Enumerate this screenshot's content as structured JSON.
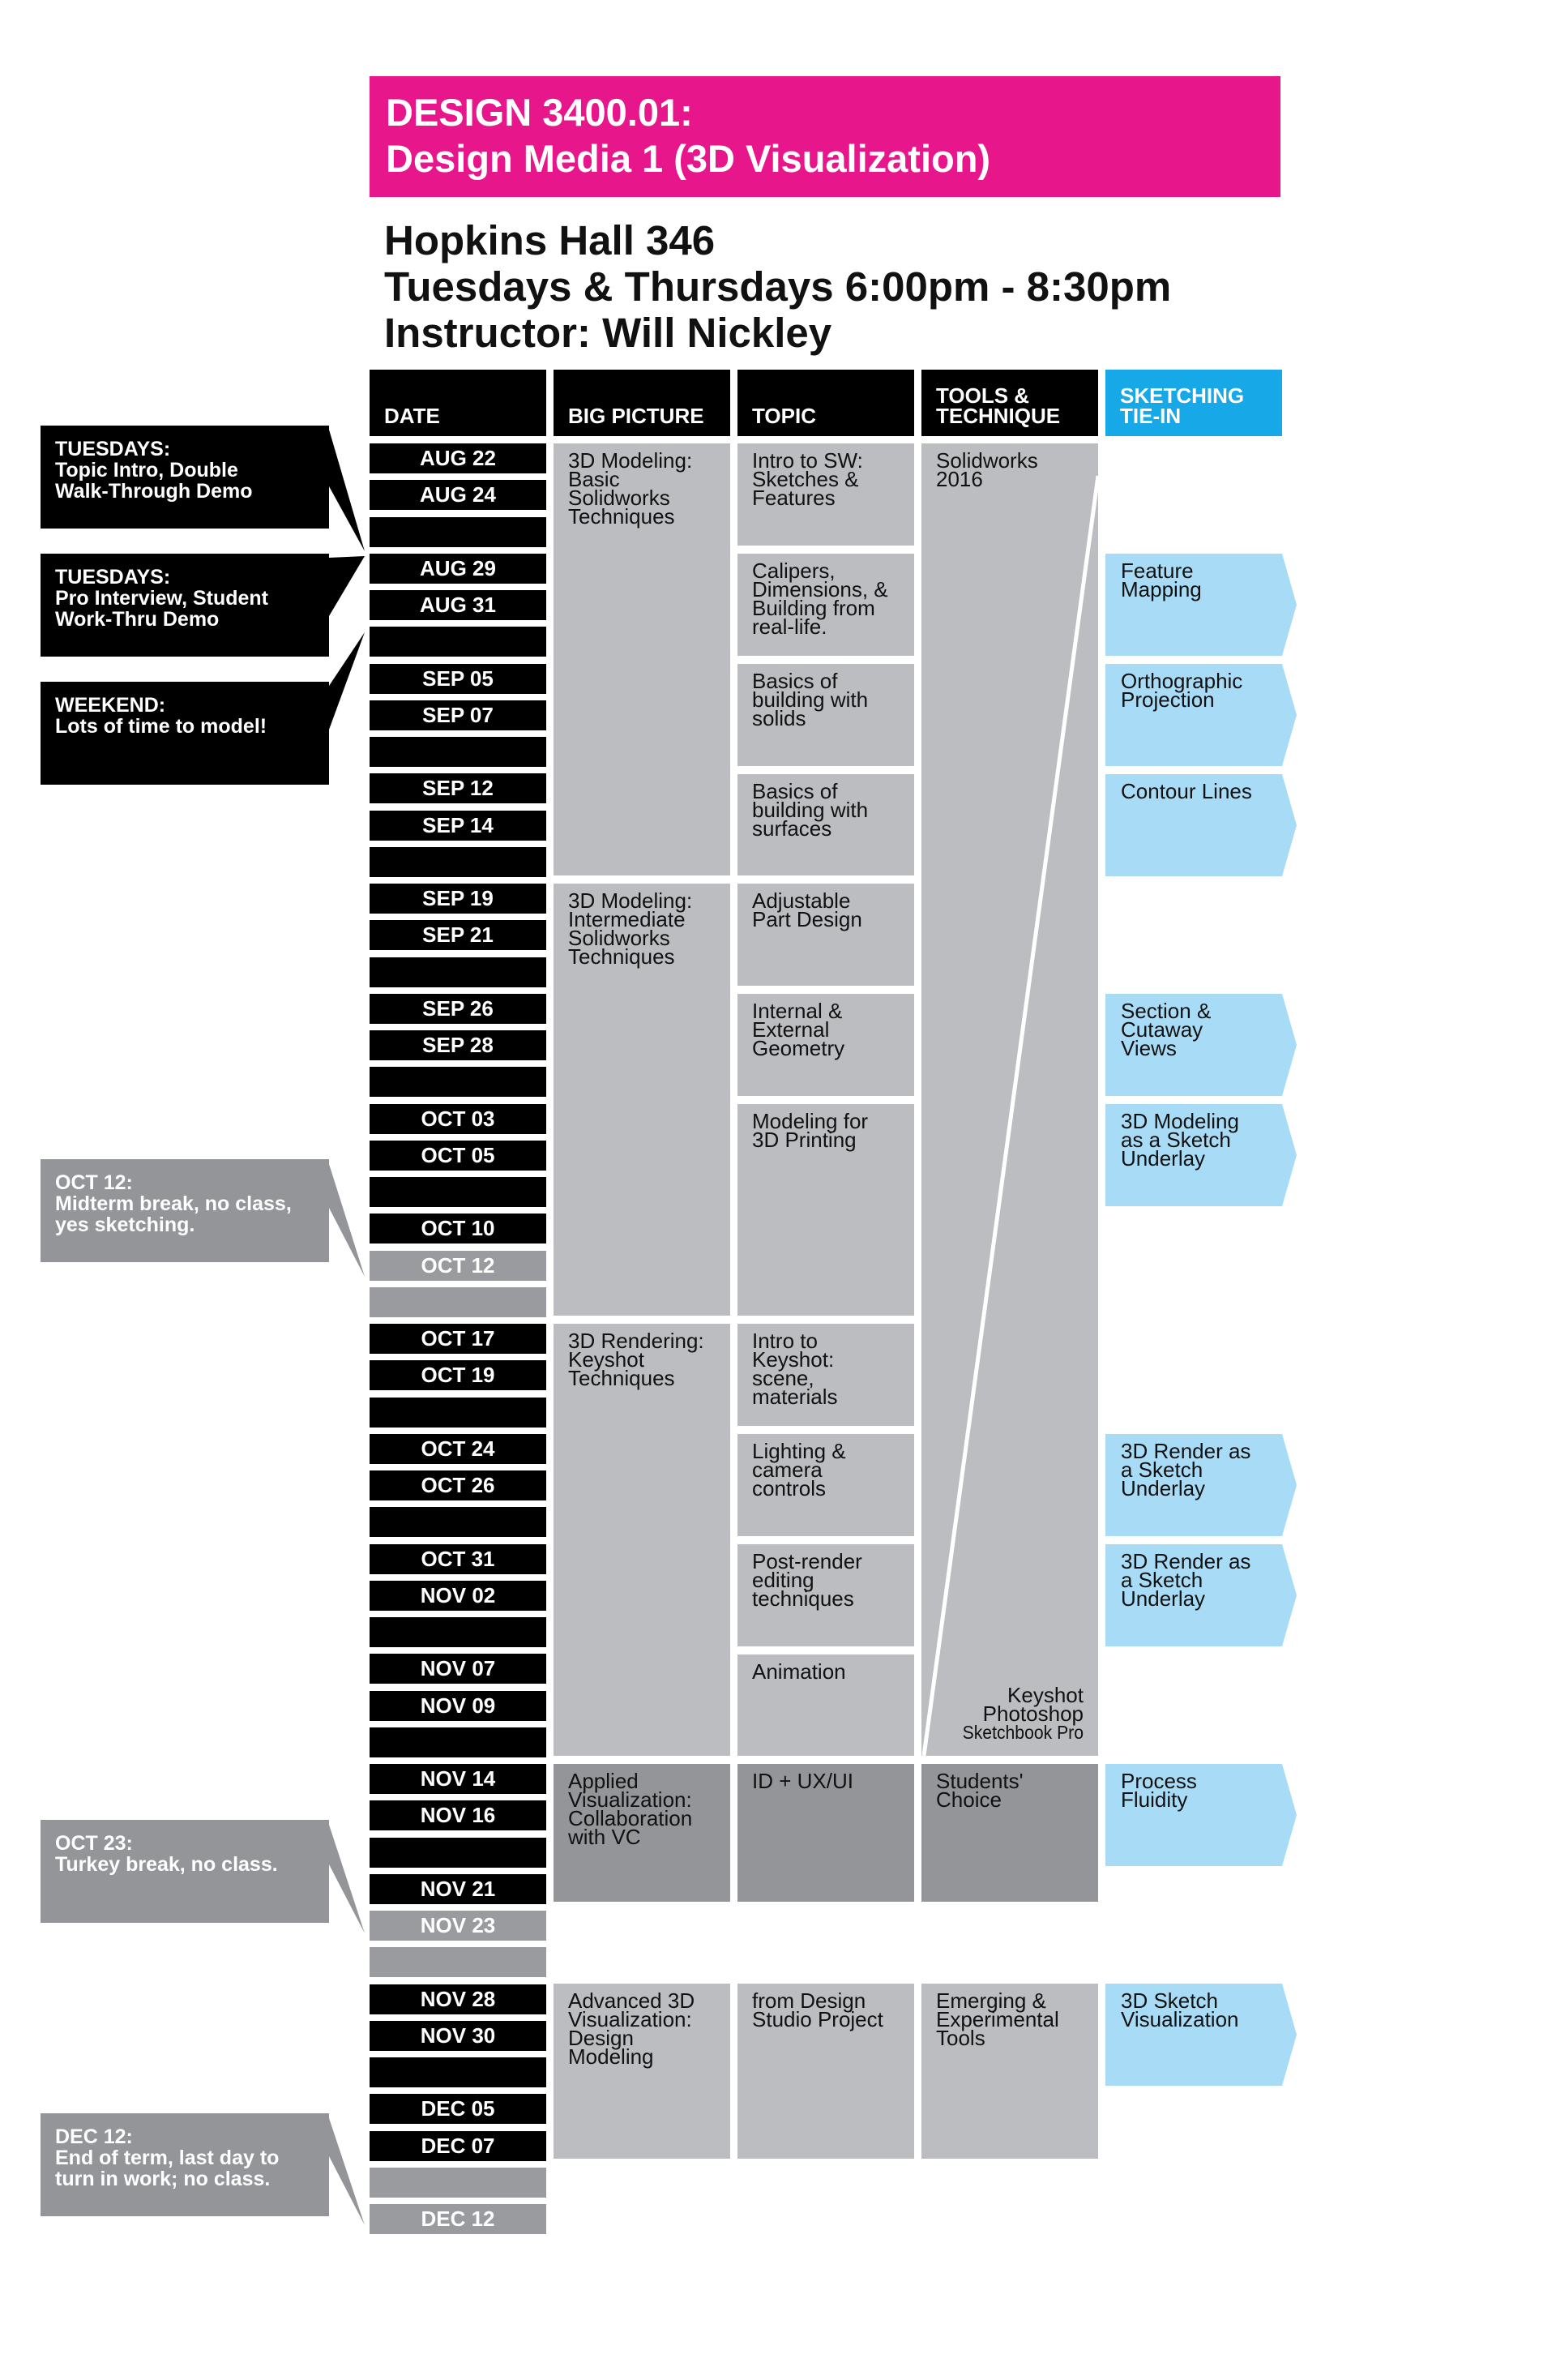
{
  "header": {
    "course_lines": [
      "DESIGN 3400.01:",
      "Design Media 1 (3D Visualization)"
    ],
    "info_lines": [
      "Hopkins Hall 346",
      "Tuesdays & Thursdays 6:00pm - 8:30pm",
      "Instructor: Will Nickley"
    ]
  },
  "columns": {
    "date": "DATE",
    "big_picture": "BIG PICTURE",
    "topic": "TOPIC",
    "tools": [
      "TOOLS &",
      "TECHNIQUE"
    ],
    "sketching": [
      "SKETCHING",
      "TIE-IN"
    ]
  },
  "dates": [
    "AUG 22",
    "AUG 24",
    "",
    "AUG 29",
    "AUG 31",
    "",
    "SEP 05",
    "SEP 07",
    "",
    "SEP 12",
    "SEP 14",
    "",
    "SEP 19",
    "SEP 21",
    "",
    "SEP 26",
    "SEP 28",
    "",
    "OCT 03",
    "OCT 05",
    "",
    "OCT 10",
    "OCT 12",
    "",
    "OCT 17",
    "OCT 19",
    "",
    "OCT 24",
    "OCT 26",
    "",
    "OCT 31",
    "NOV 02",
    "",
    "NOV 07",
    "NOV 09",
    "",
    "NOV 14",
    "NOV 16",
    "",
    "NOV 21",
    "NOV 23",
    "",
    "NOV 28",
    "NOV 30",
    "",
    "DEC 05",
    "DEC 07",
    "",
    "DEC 12"
  ],
  "big_picture": [
    [
      "3D Modeling:",
      "Basic",
      "Solidworks",
      "Techniques"
    ],
    [
      "3D Modeling:",
      "Intermediate",
      "Solidworks",
      "Techniques"
    ],
    [
      "3D Rendering:",
      "Keyshot",
      "Techniques"
    ],
    [
      "Applied",
      "Visualization:",
      "Collaboration",
      "with VC"
    ],
    [
      "Advanced 3D",
      "Visualization:",
      "Design",
      "Modeling"
    ]
  ],
  "topics": [
    [
      "Intro to SW:",
      "Sketches &",
      "Features"
    ],
    [
      "Calipers,",
      "Dimensions, &",
      "Building from",
      "real-life."
    ],
    [
      "Basics of",
      "building with",
      "solids"
    ],
    [
      "Basics of",
      "building with",
      "surfaces"
    ],
    [
      "Adjustable",
      "Part Design"
    ],
    [
      "Internal &",
      "External",
      "Geometry"
    ],
    [
      "Modeling for",
      "3D Printing"
    ],
    [
      "Intro to",
      "Keyshot:",
      "scene,",
      "materials"
    ],
    [
      "Lighting &",
      "camera",
      "controls"
    ],
    [
      "Post-render",
      "editing",
      "techniques"
    ],
    [
      "Animation"
    ],
    [
      "ID + UX/UI"
    ],
    [
      "from Design",
      "Studio Project"
    ]
  ],
  "tools": {
    "start": [
      "Solidworks",
      "2016"
    ],
    "end": [
      "Keyshot",
      "Photoshop",
      "Sketchbook Pro"
    ],
    "students": [
      "Students'",
      "Choice"
    ],
    "emerging": [
      "Emerging &",
      "Experimental",
      "Tools"
    ]
  },
  "sketching": [
    [
      "Feature",
      "Mapping"
    ],
    [
      "Orthographic",
      "Projection"
    ],
    [
      "Contour Lines"
    ],
    [
      "Section &",
      "Cutaway",
      "Views"
    ],
    [
      "3D Modeling",
      "as a Sketch",
      "Underlay"
    ],
    [
      "3D Render as",
      "a Sketch",
      "Underlay"
    ],
    [
      "3D Render as",
      "a Sketch",
      "Underlay"
    ],
    [
      "Process",
      "Fluidity"
    ],
    [
      "3D Sketch",
      "Visualization"
    ]
  ],
  "notes": [
    [
      "TUESDAYS:",
      "Topic Intro, Double",
      "Walk-Through Demo"
    ],
    [
      "TUESDAYS:",
      "Pro Interview, Student",
      "Work-Thru Demo"
    ],
    [
      "WEEKEND:",
      "Lots of time to model!"
    ],
    [
      "OCT 12:",
      "Midterm break, no class,",
      "yes sketching."
    ],
    [
      "OCT 23:",
      "Turkey break, no class."
    ],
    [
      "DEC 12:",
      "End of term, last day to",
      "turn in work; no class."
    ]
  ],
  "colors": {
    "banner": "#e8168b",
    "header_black": "#000000",
    "sketch_header": "#17a8e7",
    "sketch_cell": "#a8dcf6",
    "cell_grey": "#bcbdc0",
    "cell_dark": "#939598",
    "break_grey": "#9a9b9e"
  }
}
